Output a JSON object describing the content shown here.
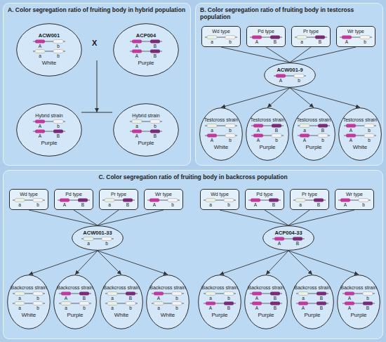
{
  "diagram": {
    "nodes": [
      {
        "text": [
          "A. Color segregation ratio of fruiting body in hybrid population"
        ]
      },
      {
        "text": [
          "ACW001",
          "A",
          "b",
          "a",
          "b",
          "White"
        ],
        "in": 0
      },
      {
        "text": [
          "ACP004",
          "A",
          "B",
          "A",
          "B",
          "Purple"
        ],
        "in": 0
      },
      {
        "text": [
          "Hybrid strain",
          "A",
          "b",
          "A",
          "B",
          "Purple"
        ],
        "in": 0
      },
      {
        "text": [
          "Hybrid strain",
          "a",
          "b",
          "A",
          "B",
          "Purple"
        ],
        "in": 0
      },
      {
        "text": [
          "B. Color segregation ratio of fruiting body in testcross population"
        ]
      },
      {
        "text": [
          "Wd type",
          "a",
          "b"
        ],
        "in": 5
      },
      {
        "text": [
          "Pd type",
          "A",
          "B"
        ],
        "in": 5
      },
      {
        "text": [
          "Pr type",
          "a",
          "B"
        ],
        "in": 5
      },
      {
        "text": [
          "Wr type",
          "A",
          "b"
        ],
        "in": 5
      },
      {
        "text": [
          "ACW001-9",
          "A",
          "b"
        ],
        "in": 5
      },
      {
        "text": [
          "Testcross strain",
          "a",
          "b",
          "A",
          "b",
          "White"
        ],
        "in": 5
      },
      {
        "text": [
          "Testcross strain",
          "A",
          "B",
          "A",
          "b",
          "Purple"
        ],
        "in": 5
      },
      {
        "text": [
          "Testcross strain",
          "a",
          "B",
          "A",
          "b",
          "Purple"
        ],
        "in": 5
      },
      {
        "text": [
          "Testcross strain",
          "A",
          "b",
          "A",
          "b",
          "White"
        ],
        "in": 5
      },
      {
        "text": [
          "C. Color segregation ratio of fruiting body in backcross population"
        ]
      },
      {
        "text": [
          "Wd type",
          "a",
          "b"
        ],
        "in": 15
      },
      {
        "text": [
          "Pd type",
          "A",
          "B"
        ],
        "in": 15
      },
      {
        "text": [
          "Pr type",
          "a",
          "B"
        ],
        "in": 15
      },
      {
        "text": [
          "Wr type",
          "A",
          "b"
        ],
        "in": 15
      },
      {
        "text": [
          "ACW001-33",
          "a",
          "b"
        ],
        "in": 15
      },
      {
        "text": [
          "Backcross strain",
          "a",
          "b",
          "a",
          "b",
          "White"
        ],
        "in": 15
      },
      {
        "text": [
          "Backcross strain",
          "A",
          "B",
          "a",
          "b",
          "Purple"
        ],
        "in": 15
      },
      {
        "text": [
          "Backcross strain",
          "a",
          "B",
          "a",
          "b",
          "White"
        ],
        "in": 15
      },
      {
        "text": [
          "Backcross strain",
          "A",
          "b",
          "a",
          "b",
          "White"
        ],
        "in": 15
      },
      {
        "text": [
          "Wd type",
          "a",
          "b"
        ],
        "in": 15
      },
      {
        "text": [
          "Pd type",
          "A",
          "B"
        ],
        "in": 15
      },
      {
        "text": [
          "Pr type",
          "a",
          "B"
        ],
        "in": 15
      },
      {
        "text": [
          "Wr type",
          "A",
          "b"
        ],
        "in": 15
      },
      {
        "text": [
          "ACP004-33",
          "A",
          "B"
        ],
        "in": 15
      },
      {
        "text": [
          "Backcross strain",
          "a",
          "b",
          "A",
          "B",
          "Purple"
        ],
        "in": 15
      },
      {
        "text": [
          "Backcross strain",
          "A",
          "B",
          "A",
          "B",
          "Purple"
        ],
        "in": 15
      },
      {
        "text": [
          "Backcross strain",
          "a",
          "B",
          "A",
          "B",
          "Purple"
        ],
        "in": 15
      },
      {
        "text": [
          "Backcross strain",
          "A",
          "b",
          "A",
          "B",
          "Purple"
        ],
        "in": 15
      }
    ],
    "edges": [
      {
        "from": 6,
        "to": 10,
        "arrow": "none"
      },
      {
        "from": 7,
        "to": 10,
        "arrow": "none"
      },
      {
        "from": 8,
        "to": 10,
        "arrow": "none"
      },
      {
        "from": 9,
        "to": 10,
        "arrow": "none"
      },
      {
        "from": 10,
        "to": 11,
        "arrow": "to"
      },
      {
        "from": 10,
        "to": 12,
        "arrow": "to"
      },
      {
        "from": 10,
        "to": 13,
        "arrow": "to"
      },
      {
        "from": 10,
        "to": 14,
        "arrow": "to"
      },
      {
        "from": 16,
        "to": 20,
        "arrow": "none"
      },
      {
        "from": 17,
        "to": 20,
        "arrow": "none"
      },
      {
        "from": 18,
        "to": 20,
        "arrow": "none"
      },
      {
        "from": 19,
        "to": 20,
        "arrow": "none"
      },
      {
        "from": 20,
        "to": 21,
        "arrow": "to"
      },
      {
        "from": 20,
        "to": 22,
        "arrow": "to"
      },
      {
        "from": 20,
        "to": 23,
        "arrow": "to"
      },
      {
        "from": 20,
        "to": 24,
        "arrow": "to"
      },
      {
        "from": 25,
        "to": 29,
        "arrow": "none"
      },
      {
        "from": 26,
        "to": 29,
        "arrow": "none"
      },
      {
        "from": 27,
        "to": 29,
        "arrow": "none"
      },
      {
        "from": 28,
        "to": 29,
        "arrow": "none"
      },
      {
        "from": 29,
        "to": 30,
        "arrow": "to"
      },
      {
        "from": 29,
        "to": 31,
        "arrow": "to"
      },
      {
        "from": 29,
        "to": 32,
        "arrow": "to"
      },
      {
        "from": 29,
        "to": 33,
        "arrow": "to"
      }
    ],
    "labels": [
      "X"
    ]
  }
}
